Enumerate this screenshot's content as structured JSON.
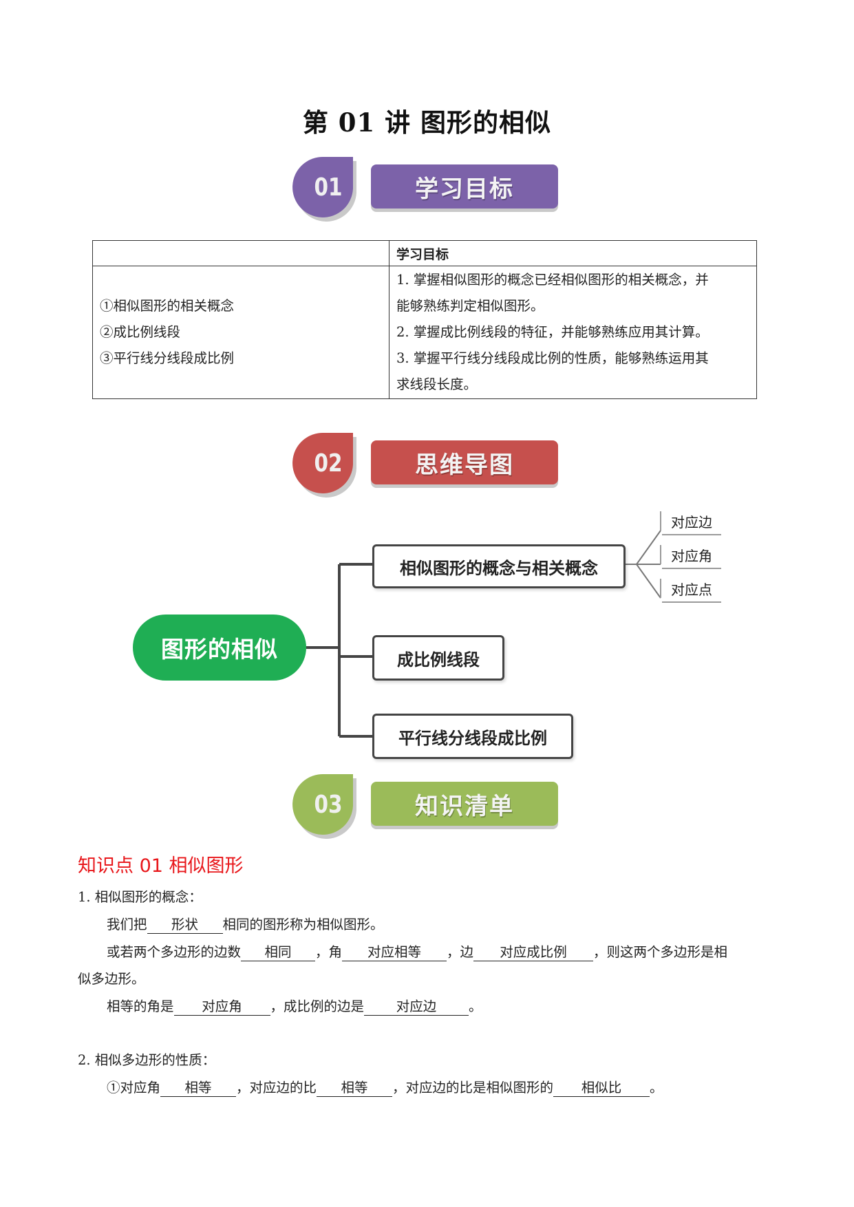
{
  "title": "第 01 讲  图形的相似",
  "sections": {
    "s1": {
      "num": "01",
      "label": "学习目标",
      "color": "#7c62a9"
    },
    "s2": {
      "num": "02",
      "label": "思维导图",
      "color": "#c6504d"
    },
    "s3": {
      "num": "03",
      "label": "知识清单",
      "color": "#9bbb59"
    }
  },
  "objectives_table": {
    "header": "学习目标",
    "topics": [
      "①相似图形的相关概念",
      "②成比例线段",
      "③平行线分线段成比例"
    ],
    "goals": [
      "1. 掌握相似图形的概念已经相似图形的相关概念，并",
      "能够熟练判定相似图形。",
      "2. 掌握成比例线段的特征，并能够熟练应用其计算。",
      "3. 掌握平行线分线段成比例的性质，能够熟练运用其",
      "求线段长度。"
    ]
  },
  "mindmap": {
    "root": "图形的相似",
    "branches": [
      "相似图形的概念与相关概念",
      "成比例线段",
      "平行线分线段成比例"
    ],
    "leaves": [
      "对应边",
      "对应角",
      "对应点"
    ]
  },
  "knowledge": {
    "point_title": "知识点 01  相似图形",
    "item1_title": "1. 相似图形的概念：",
    "l1_a": "我们把",
    "l1_b1": "形状",
    "l1_c": "相同的图形称为相似图形。",
    "l2_a": "或若两个多边形的边数",
    "l2_b1": "相同",
    "l2_c": "，角",
    "l2_b2": "对应相等",
    "l2_d": "，边",
    "l2_b3": "对应成比例",
    "l2_e": "，则这两个多边形是相",
    "l3": "似多边形。",
    "l4_a": "相等的角是",
    "l4_b1": "对应角",
    "l4_c": "，成比例的边是",
    "l4_b2": "对应边",
    "l4_d": "。",
    "item2_title": "2.  相似多边形的性质：",
    "l5_a": "①对应角",
    "l5_b1": "相等",
    "l5_c": "，对应边的比",
    "l5_b2": "相等",
    "l5_d": "，对应边的比是相似图形的",
    "l5_b3": "相似比",
    "l5_e": "。"
  }
}
